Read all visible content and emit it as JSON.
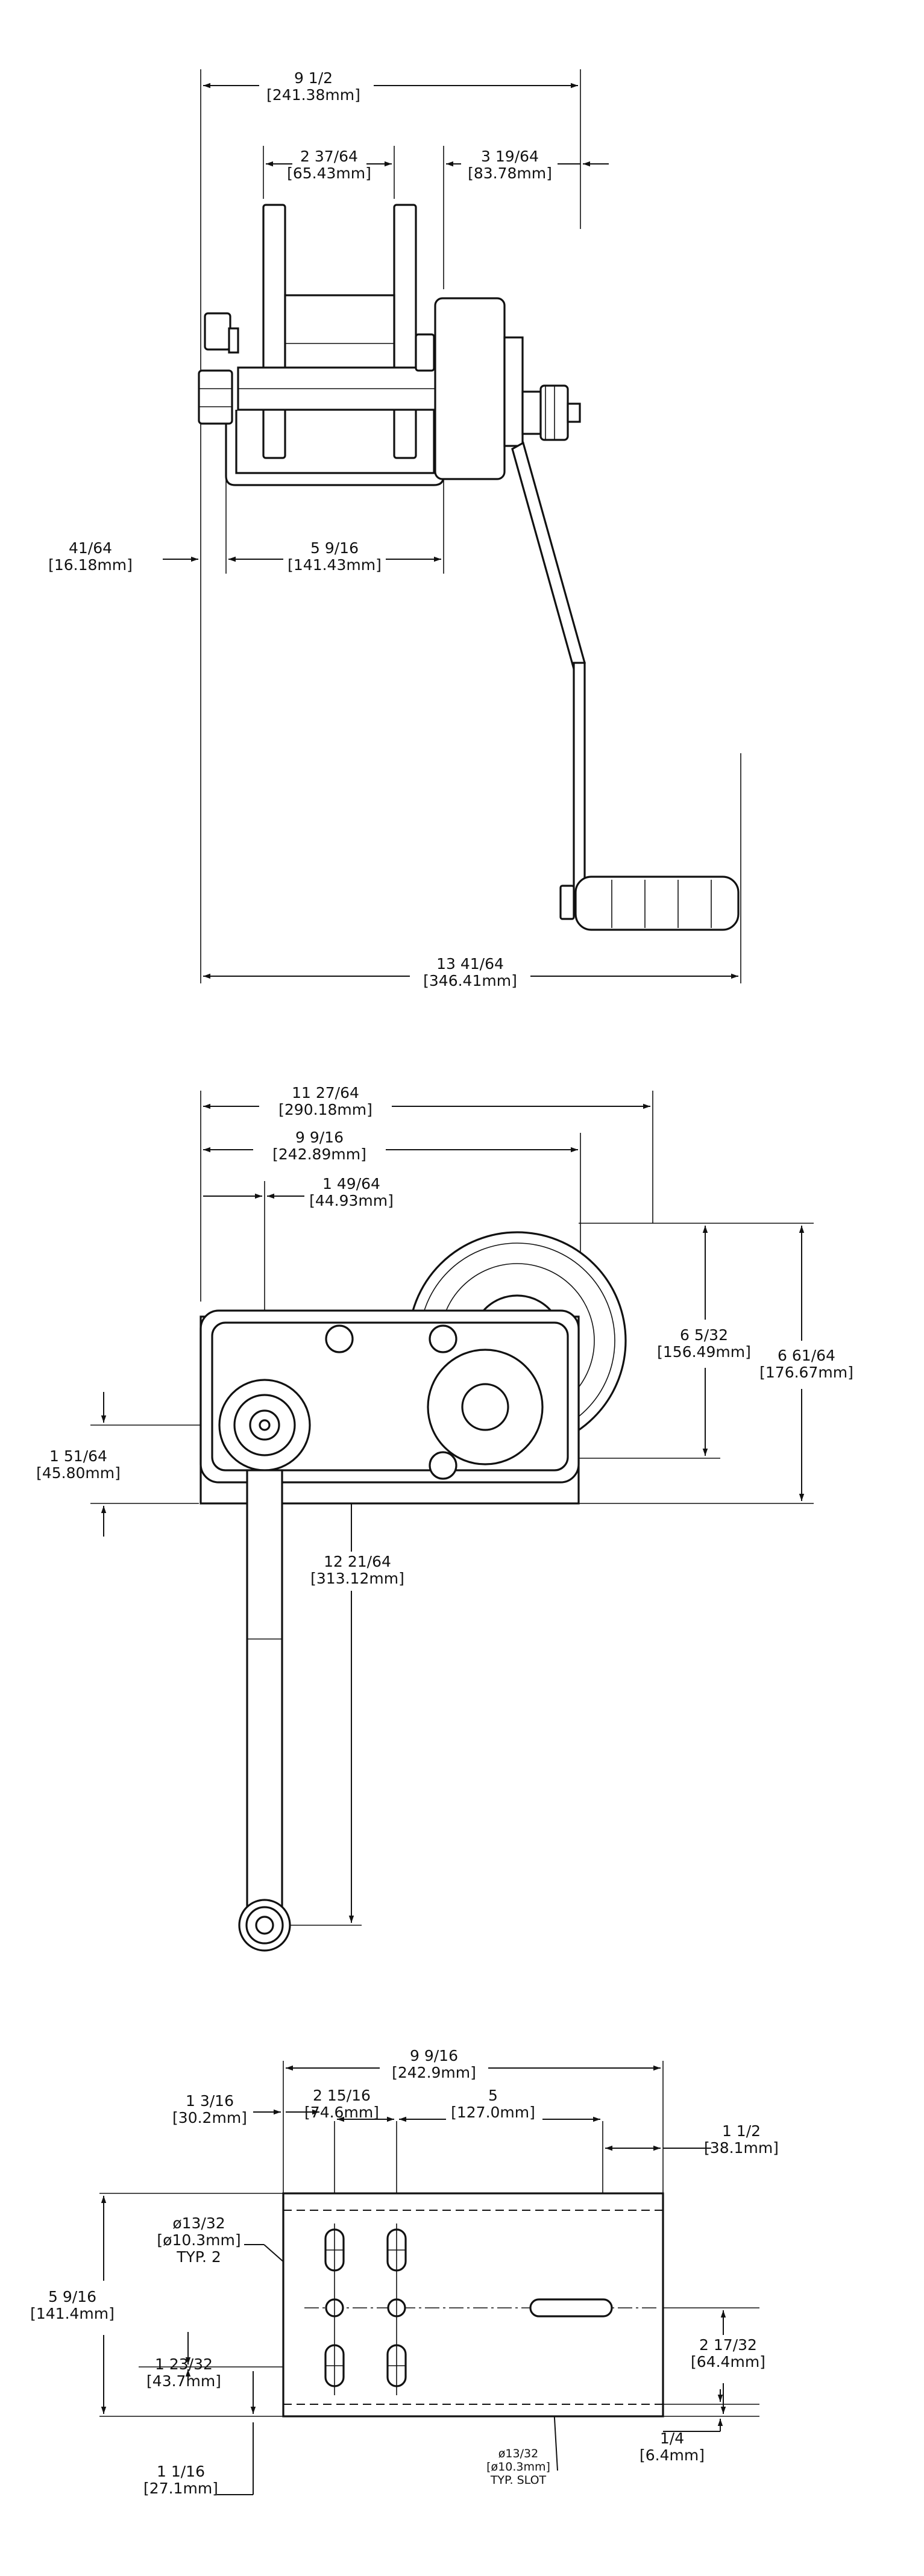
{
  "top_view": {
    "overall_width": {
      "frac": "9  1/2",
      "mm": "[241.38mm]"
    },
    "drum_width": {
      "frac": "2  37/64",
      "mm": "[65.43mm]"
    },
    "gearbox_width": {
      "frac": "3  19/64",
      "mm": "[83.78mm]"
    },
    "left_offset": {
      "frac": "41/64",
      "mm": "[16.18mm]"
    },
    "base_width": {
      "frac": "5  9/16",
      "mm": "[141.43mm]"
    },
    "total_width": {
      "frac": "13  41/64",
      "mm": "[346.41mm]"
    }
  },
  "side_view": {
    "overall_length": {
      "frac": "11  27/64",
      "mm": "[290.18mm]"
    },
    "housing_length": {
      "frac": "9  9/16",
      "mm": "[242.89mm]"
    },
    "crank_offset": {
      "frac": "1  49/64",
      "mm": "[44.93mm]"
    },
    "gear_height": {
      "frac": "6  5/32",
      "mm": "[156.49mm]"
    },
    "overall_height": {
      "frac": "6  61/64",
      "mm": "[176.67mm]"
    },
    "axis_height": {
      "frac": "1  51/64",
      "mm": "[45.80mm]"
    },
    "crank_length": {
      "frac": "12  21/64",
      "mm": "[313.12mm]"
    }
  },
  "base_view": {
    "plate_length": {
      "frac": "9  9/16",
      "mm": "[242.9mm]"
    },
    "hole_spacing": {
      "frac": "2  15/16",
      "mm": "[74.6mm]"
    },
    "slot_spacing": {
      "frac": "5",
      "mm": "[127.0mm]"
    },
    "left_edge_offset": {
      "frac": "1  3/16",
      "mm": "[30.2mm]"
    },
    "right_slot_offset": {
      "frac": "1  1/2",
      "mm": "[38.1mm]"
    },
    "hole_callout": {
      "frac": "ø13/32",
      "mm": "[ø10.3mm]",
      "note": "TYP. 2"
    },
    "plate_width": {
      "frac": "5  9/16",
      "mm": "[141.4mm]"
    },
    "lower_hole": {
      "frac": "1  23/32",
      "mm": "[43.7mm]"
    },
    "center_height": {
      "frac": "2  17/32",
      "mm": "[64.4mm]"
    },
    "bottom_offset": {
      "frac": "1  1/16",
      "mm": "[27.1mm]"
    },
    "slot_callout": {
      "frac": "ø13/32",
      "mm": "[ø10.3mm]",
      "note": "TYP. SLOT"
    },
    "edge_margin": {
      "frac": "1/4",
      "mm": "[6.4mm]"
    }
  }
}
